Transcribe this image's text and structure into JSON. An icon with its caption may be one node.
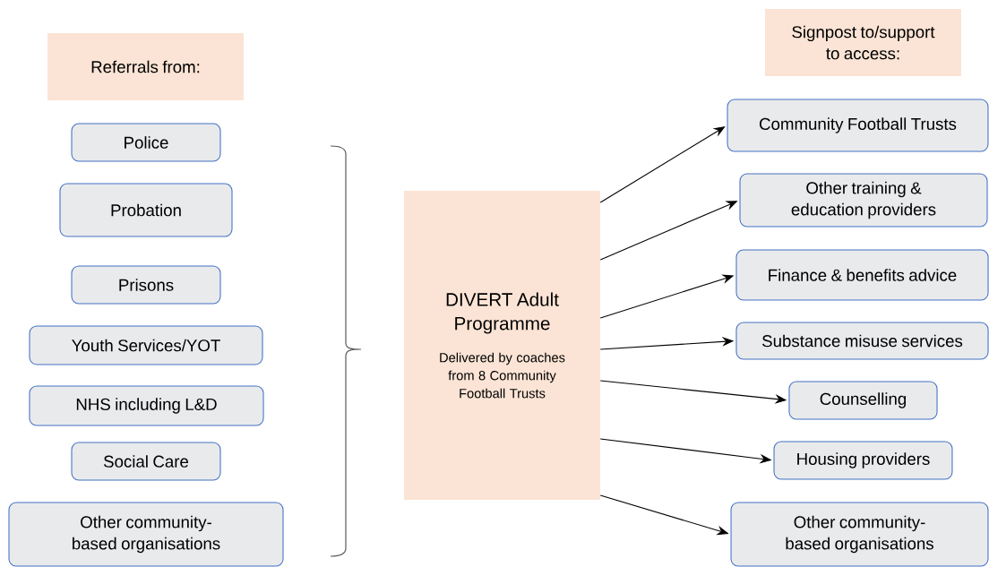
{
  "diagram": {
    "nodes": [
      {
        "text": [
          "Referrals from:"
        ]
      },
      {
        "text": [
          "Police"
        ]
      },
      {
        "text": [
          "Probation"
        ]
      },
      {
        "text": [
          "Prisons"
        ]
      },
      {
        "text": [
          "Youth Services/YOT"
        ]
      },
      {
        "text": [
          "NHS including L&D"
        ]
      },
      {
        "text": [
          "Social Care"
        ]
      },
      {
        "text": [
          "Other community-based organisations"
        ]
      },
      {
        "text": [
          "DIVERT Adult Programme",
          "Delivered by coaches from 8 Community Football Trusts"
        ]
      },
      {
        "text": [
          "Signpost to/support to access:"
        ]
      },
      {
        "text": [
          "Community Football Trusts"
        ]
      },
      {
        "text": [
          "Other training & education providers"
        ]
      },
      {
        "text": [
          "Finance & benefits advice"
        ]
      },
      {
        "text": [
          "Substance misuse services"
        ]
      },
      {
        "text": [
          "Counselling"
        ]
      },
      {
        "text": [
          "Housing providers"
        ]
      },
      {
        "text": [
          "Other community-based organisations"
        ]
      }
    ],
    "edges": [
      {
        "from": 8,
        "to": 10,
        "arrow": "to"
      },
      {
        "from": 8,
        "to": 11,
        "arrow": "to"
      },
      {
        "from": 8,
        "to": 12,
        "arrow": "to"
      },
      {
        "from": 8,
        "to": 13,
        "arrow": "to"
      },
      {
        "from": 8,
        "to": 14,
        "arrow": "to"
      },
      {
        "from": 8,
        "to": 15,
        "arrow": "to"
      },
      {
        "from": 8,
        "to": 16,
        "arrow": "to"
      }
    ]
  }
}
